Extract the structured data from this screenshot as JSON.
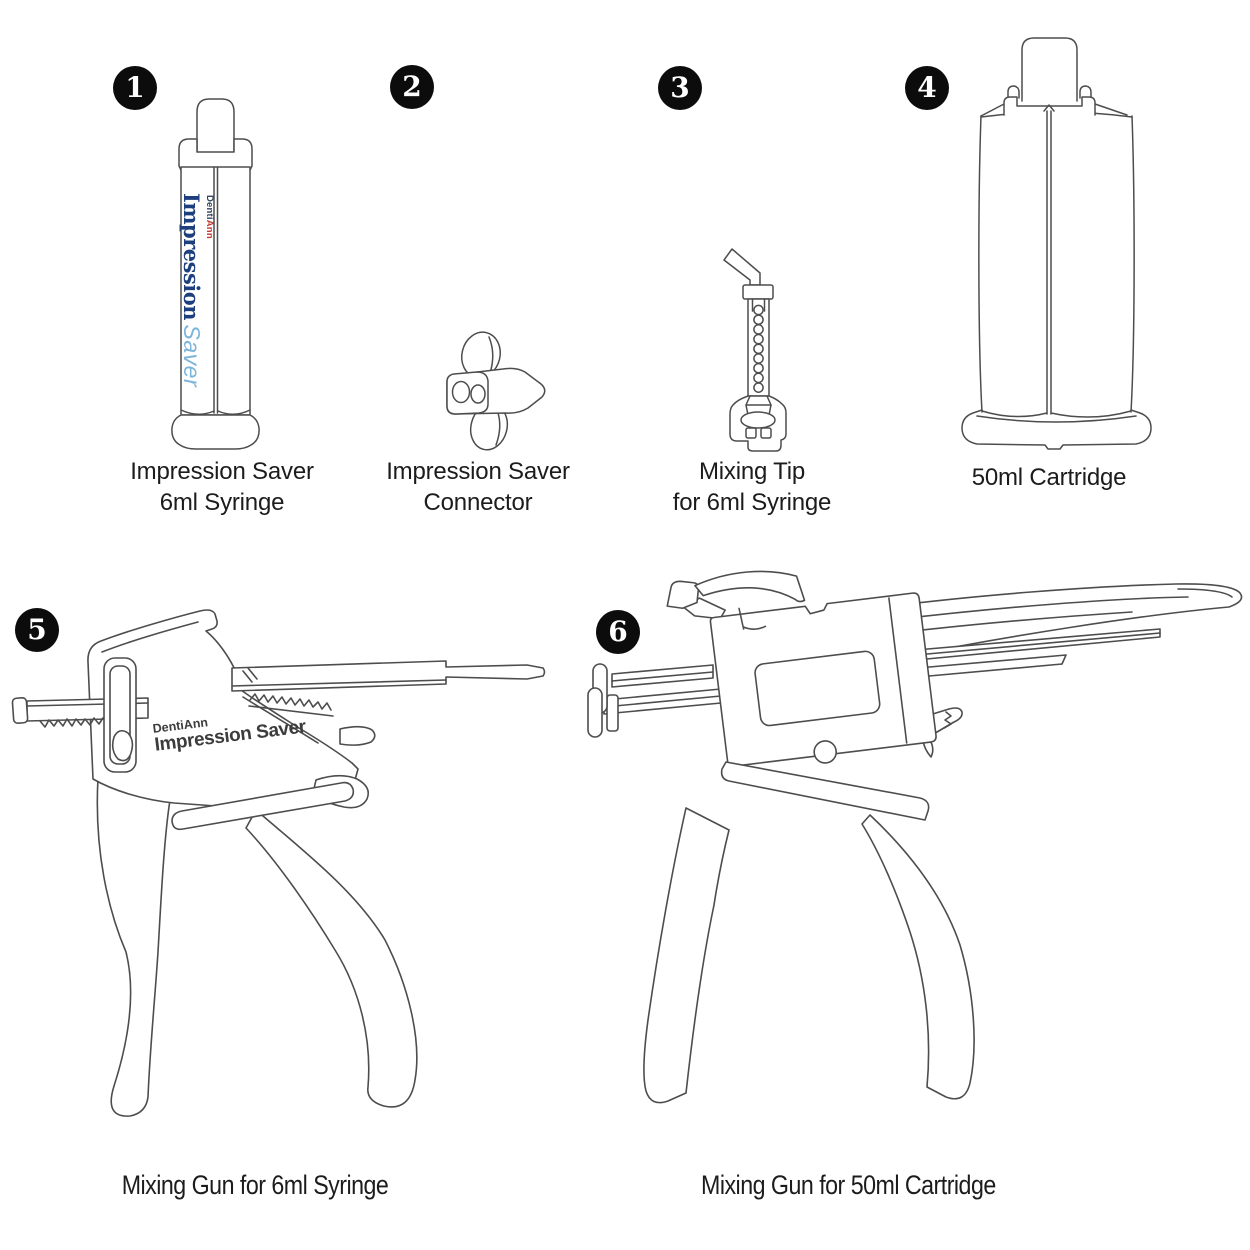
{
  "figure": {
    "type": "product-parts-diagram",
    "product_family": "DentiAnn Impression Saver"
  },
  "colors": {
    "background": "#ffffff",
    "line": "#4d4d4d",
    "badge_bg": "#0c0c0c",
    "badge_text": "#ffffff",
    "caption": "#1c1c1c",
    "brand_denti": "#33445c",
    "brand_ann": "#c23b34",
    "impression_blue": "#1d3f7e",
    "saver_blue": "#7cb5d9",
    "gun_label": "#3c3c3c"
  },
  "items": [
    {
      "number": "1",
      "caption_lines": [
        "Impression Saver",
        "6ml Syringe"
      ]
    },
    {
      "number": "2",
      "caption_lines": [
        "Impression Saver",
        "Connector"
      ]
    },
    {
      "number": "3",
      "caption_lines": [
        "Mixing Tip",
        "for 6ml Syringe"
      ]
    },
    {
      "number": "4",
      "caption_lines": [
        "50ml Cartridge"
      ]
    },
    {
      "number": "5",
      "caption_lines": [
        "Mixing Gun for 6ml Syringe"
      ]
    },
    {
      "number": "6",
      "caption_lines": [
        "Mixing Gun for 50ml Cartridge"
      ]
    }
  ],
  "syringe_label": {
    "brand_denti": "Denti",
    "brand_ann": "Ann",
    "product_main": "Impression",
    "product_accent": "Saver"
  },
  "gun_label": {
    "brand": "DentiAnn",
    "product": "Impression Saver"
  }
}
